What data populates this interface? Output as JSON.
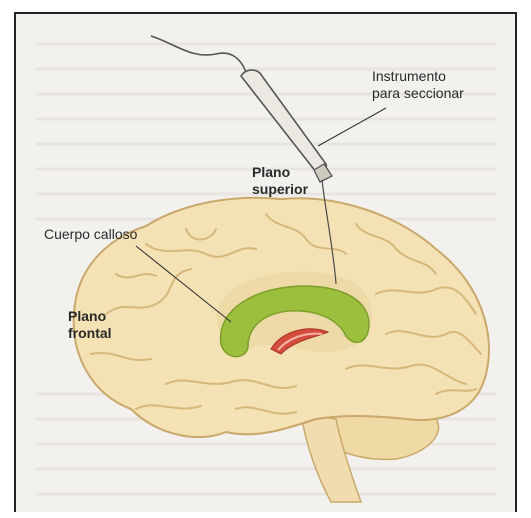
{
  "diagram": {
    "labels": {
      "instrument_line1": "Instrumento",
      "instrument_line2": "para seccionar",
      "upper_plane_line1": "Plano",
      "upper_plane_line2": "superior",
      "corpus": "Cuerpo calloso",
      "frontal_line1": "Plano",
      "frontal_line2": "frontal"
    },
    "colors": {
      "brain": "#f4e2b4",
      "brain_shadow": "#e0c48a",
      "corpus": "#9cbf3e",
      "cut_red": "#d44c3c",
      "instrument": "#ece9e2"
    }
  }
}
